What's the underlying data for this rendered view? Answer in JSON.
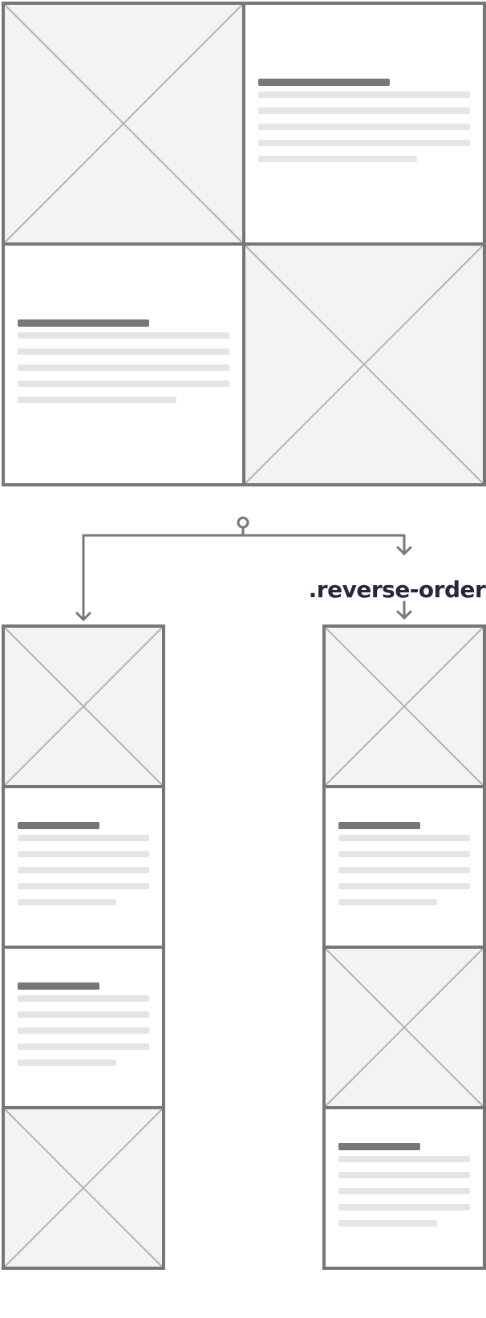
{
  "diagram": {
    "label": ".reverse-order",
    "colors": {
      "border": "#777777",
      "image_fill": "#f3f3f3",
      "image_cross": "#b3b3b3",
      "heading_bar": "#777777",
      "text_line": "#e5e5e5",
      "text_card": "#ffffff",
      "label": "#252740",
      "arrow": "#777777"
    },
    "source_grid": {
      "columns": 2,
      "rows": [
        [
          "image",
          "text"
        ],
        [
          "text",
          "image"
        ]
      ]
    },
    "default_stack": {
      "order": [
        "image",
        "text",
        "text",
        "image"
      ]
    },
    "reverse_order_stack": {
      "order": [
        "image",
        "text",
        "image",
        "text"
      ]
    },
    "text_card": {
      "heading_lines": 1,
      "body_lines": 5
    },
    "icons": {
      "image_placeholder": "image-placeholder-icon",
      "split_node": "split-node-icon",
      "arrow": "arrow-down-icon"
    }
  }
}
